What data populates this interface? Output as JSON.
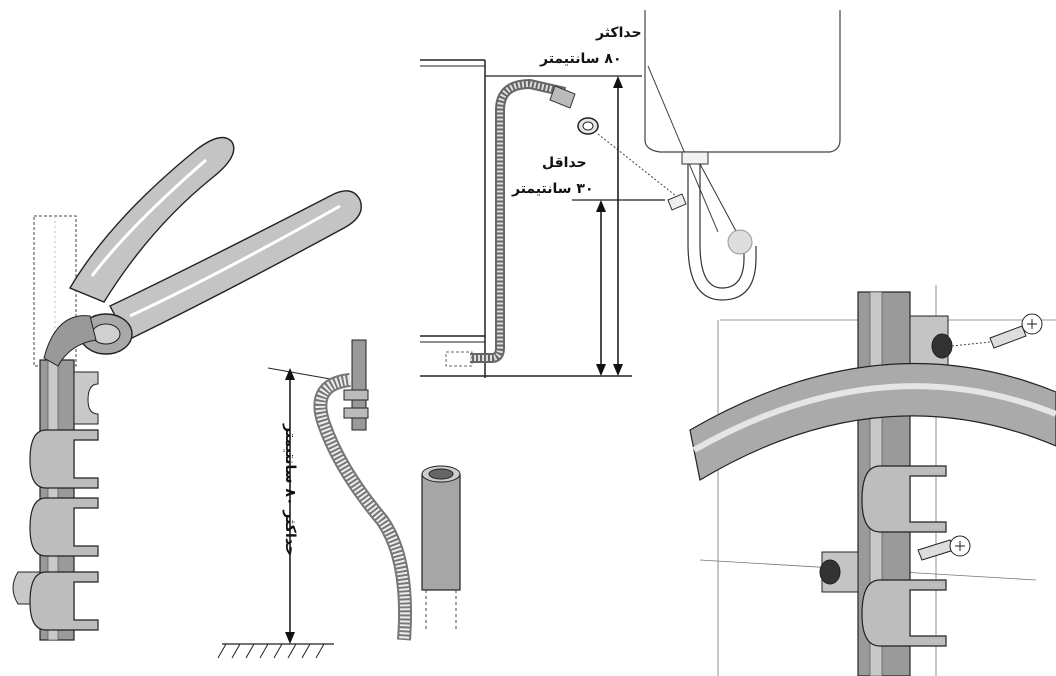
{
  "labels": {
    "max_top": "حداکثر",
    "max_top_value": "۸۰ سانتیمتر",
    "min_mid": "حداقل",
    "min_mid_value": "۳۰ سانتیمتر",
    "max_vertical": "حداکثر ۸۰ سانتیمتر"
  }
}
